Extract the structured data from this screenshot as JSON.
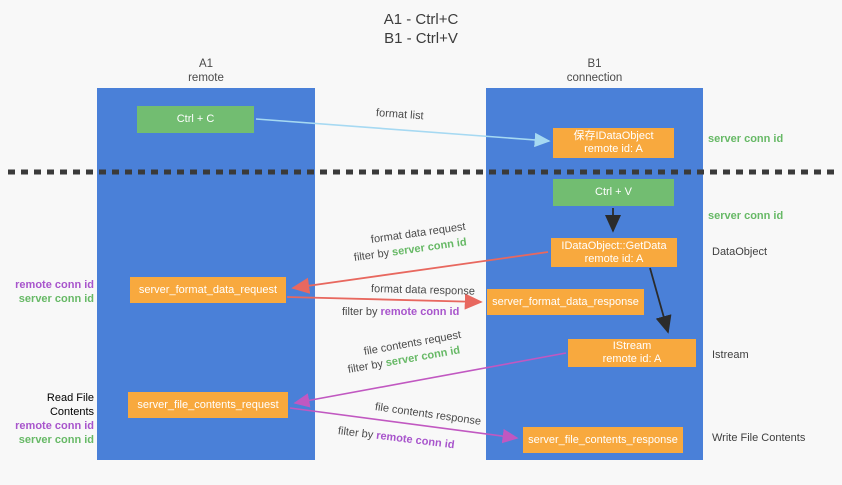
{
  "title": {
    "line1": "A1 - Ctrl+C",
    "line2": "B1 - Ctrl+V"
  },
  "lanes": {
    "left": {
      "name": "A1",
      "subtitle": "remote"
    },
    "right": {
      "name": "B1",
      "subtitle": "connection"
    }
  },
  "nodes": {
    "ctrl_c": "Ctrl + C",
    "ctrl_v": "Ctrl + V",
    "save_idataobject": {
      "line1": "保存IDataObject",
      "line2": "remote id: A"
    },
    "getdata": {
      "line1": "IDataObject::GetData",
      "line2": "remote id: A"
    },
    "istream": {
      "line1": "IStream",
      "line2": "remote id: A"
    },
    "format_request": "server_format_data_request",
    "format_response": "server_format_data_response",
    "file_request": "server_file_contents_request",
    "file_response": "server_file_contents_response"
  },
  "arrow_labels": {
    "format_list": "format list",
    "format_data_request": "format data request",
    "format_data_response": "format data response",
    "file_contents_request": "file contents request",
    "file_contents_response": "file contents response",
    "filter_by": "filter by",
    "server_conn_id": "server conn id",
    "remote_conn_id": "remote conn id"
  },
  "side_labels": {
    "server_conn_id_top": "server conn id",
    "server_conn_id_mid": "server conn id",
    "dataobject": "DataObject",
    "istream": "Istream",
    "write_file_contents": "Write File Contents",
    "read_file_contents": "Read File Contents",
    "remote_conn_id_left1": "remote conn id",
    "server_conn_id_left1": "server conn id",
    "remote_conn_id_left2": "remote conn id",
    "server_conn_id_left2": "server conn id"
  },
  "colors": {
    "lane_blue": "#4a80d8",
    "node_green": "#72bd71",
    "node_orange": "#f8a93e",
    "arrow_red": "#e8685f",
    "arrow_magenta": "#c158c1",
    "arrow_lightblue": "#a6d9f2",
    "arrow_black": "#2b2b2b",
    "text_green": "#67b966",
    "text_purple": "#a855cc",
    "background": "#f8f8f8"
  }
}
